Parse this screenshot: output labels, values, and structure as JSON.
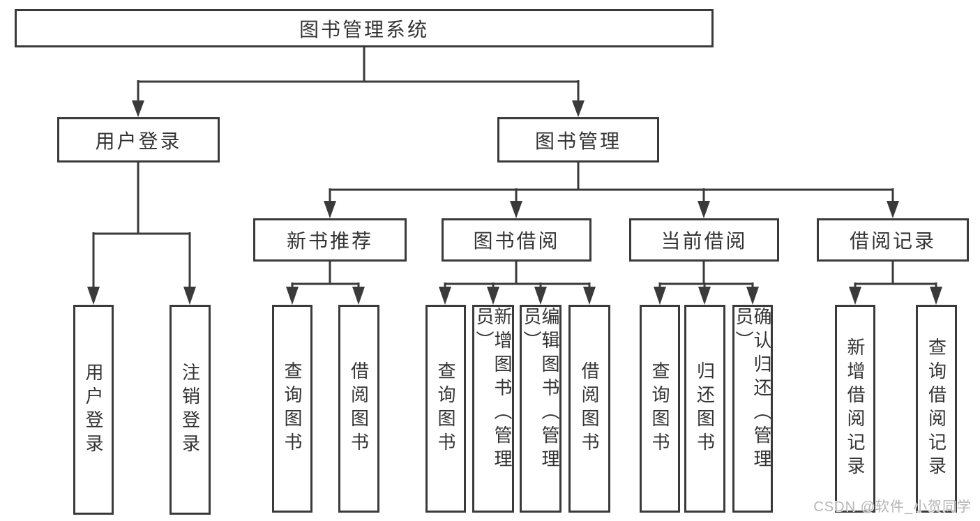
{
  "root": {
    "label": "图书管理系统"
  },
  "branches": {
    "user": {
      "label": "用户登录",
      "leaves": [
        {
          "label": "用户登录"
        },
        {
          "label": "注销登录"
        }
      ]
    },
    "book": {
      "label": "图书管理",
      "groups": [
        {
          "label": "新书推荐",
          "leaves": [
            {
              "label": "查询图书"
            },
            {
              "label": "借阅图书"
            }
          ]
        },
        {
          "label": "图书借阅",
          "leaves": [
            {
              "label": "查询图书"
            },
            {
              "label": "新增图书（管理员）"
            },
            {
              "label": "编辑图书（管理员）"
            },
            {
              "label": "借阅图书"
            }
          ]
        },
        {
          "label": "当前借阅",
          "leaves": [
            {
              "label": "查询图书"
            },
            {
              "label": "归还图书"
            },
            {
              "label": "确认归还（管理员）"
            }
          ]
        },
        {
          "label": "借阅记录",
          "leaves": [
            {
              "label": "新增借阅记录"
            },
            {
              "label": "查询借阅记录"
            }
          ]
        }
      ]
    }
  },
  "watermark": {
    "text": "CSDN @软件_小贺同学"
  },
  "colors": {
    "line": "#3a3a3a",
    "text": "#333333",
    "box_background": "#ffffff",
    "page_background": "#ffffff",
    "watermark": "#b5b5b5"
  }
}
